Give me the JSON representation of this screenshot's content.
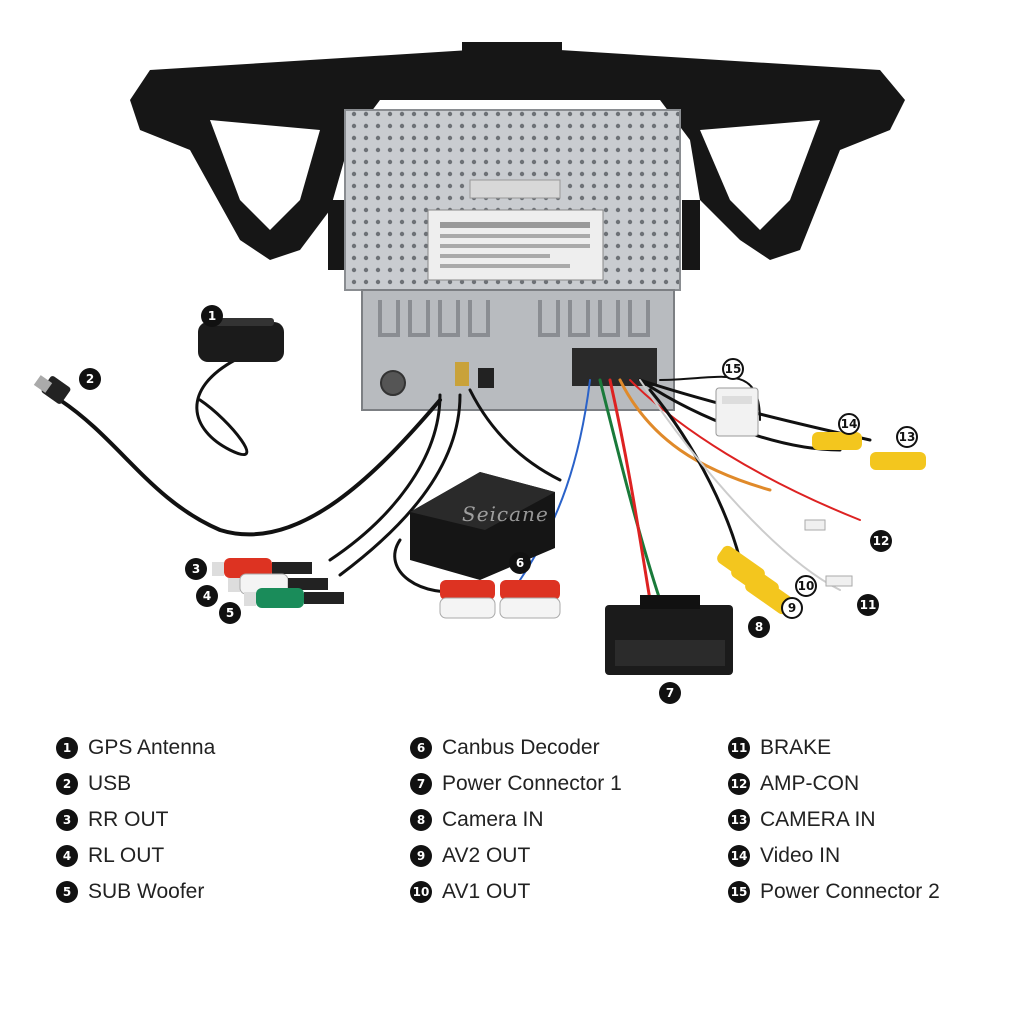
{
  "watermark": "Seicane",
  "callouts": [
    {
      "num": "1"
    },
    {
      "num": "2"
    },
    {
      "num": "3"
    },
    {
      "num": "4"
    },
    {
      "num": "5"
    },
    {
      "num": "6"
    },
    {
      "num": "7"
    },
    {
      "num": "8"
    },
    {
      "num": "9"
    },
    {
      "num": "10"
    },
    {
      "num": "11"
    },
    {
      "num": "12"
    },
    {
      "num": "13"
    },
    {
      "num": "14"
    },
    {
      "num": "15"
    }
  ],
  "legend": [
    {
      "num": "1",
      "label": "GPS Antenna"
    },
    {
      "num": "2",
      "label": "USB"
    },
    {
      "num": "3",
      "label": "RR OUT"
    },
    {
      "num": "4",
      "label": "RL OUT"
    },
    {
      "num": "5",
      "label": "SUB Woofer"
    },
    {
      "num": "6",
      "label": "Canbus Decoder"
    },
    {
      "num": "7",
      "label": "Power Connector 1"
    },
    {
      "num": "8",
      "label": "Camera IN"
    },
    {
      "num": "9",
      "label": "AV2 OUT"
    },
    {
      "num": "10",
      "label": "AV1 OUT"
    },
    {
      "num": "11",
      "label": "BRAKE"
    },
    {
      "num": "12",
      "label": "AMP-CON"
    },
    {
      "num": "13",
      "label": "CAMERA IN"
    },
    {
      "num": "14",
      "label": "Video IN"
    },
    {
      "num": "15",
      "label": "Power Connector 2"
    }
  ]
}
